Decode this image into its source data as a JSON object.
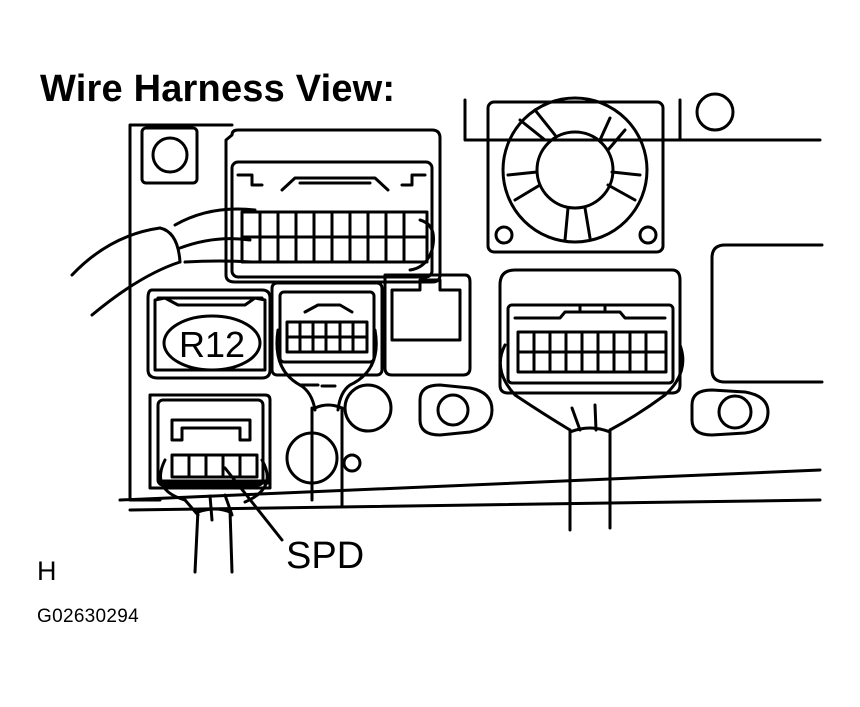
{
  "diagram": {
    "title": "Wire Harness View:",
    "connector_labels": {
      "r12": "R12",
      "spd": "SPD"
    },
    "corner_mark": "H",
    "figure_id": "G02630294"
  }
}
